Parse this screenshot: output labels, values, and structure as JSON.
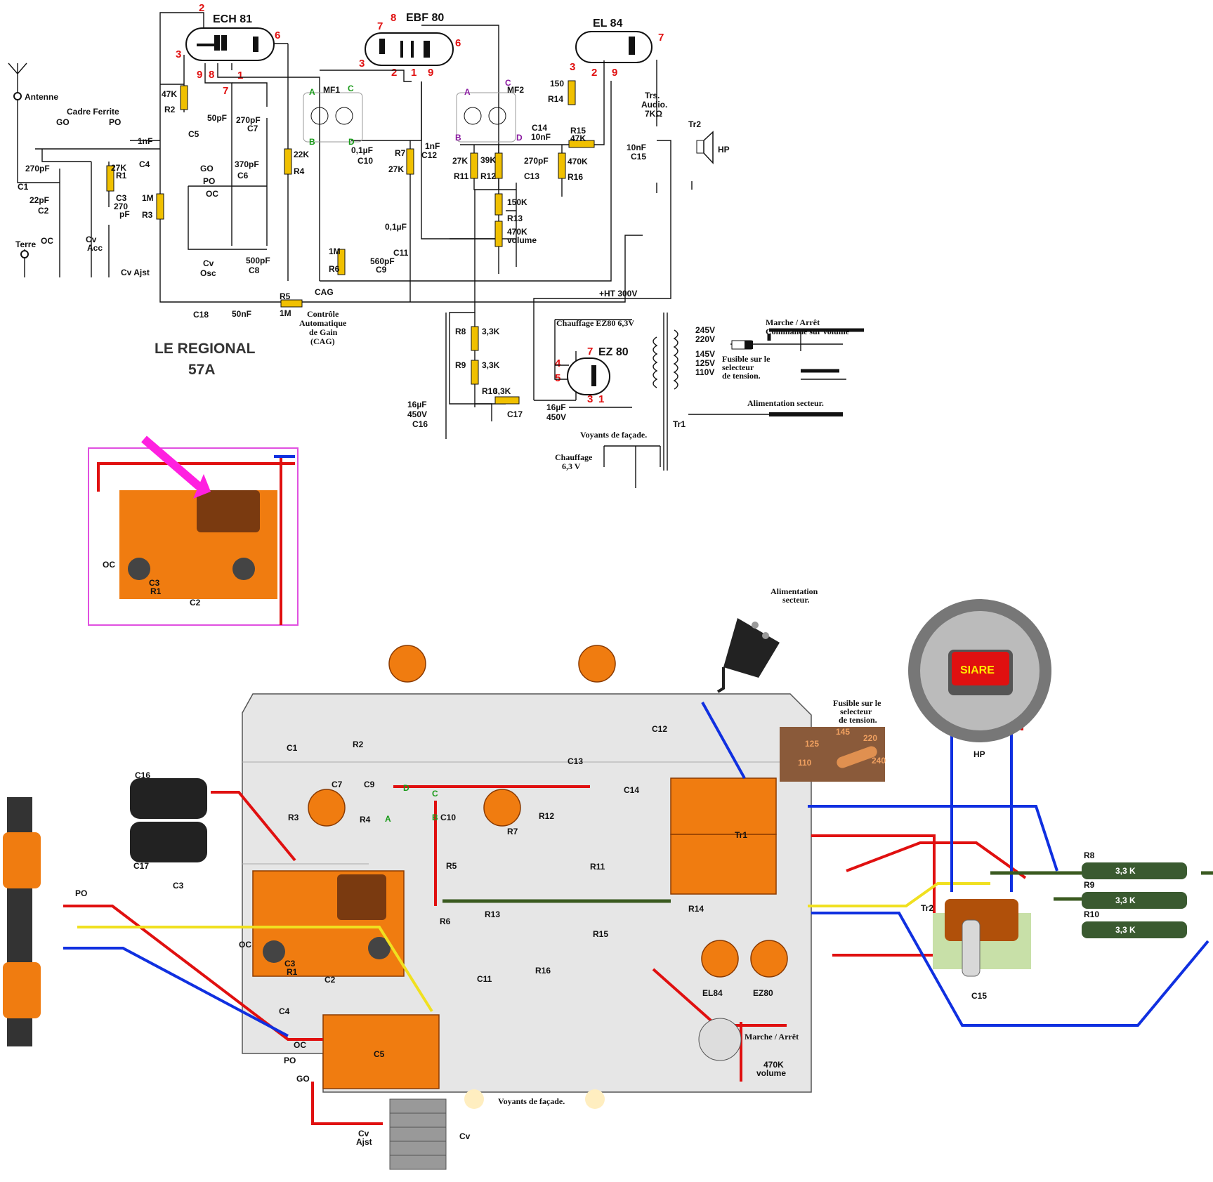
{
  "title": {
    "line1": "LE REGIONAL",
    "line2": "57A"
  },
  "tubes": {
    "ech81": "ECH 81",
    "ebf80": "EBF 80",
    "el84": "EL 84",
    "ez80": "EZ 80"
  },
  "pins": [
    "2",
    "3",
    "6",
    "9",
    "8",
    "1",
    "7",
    "8",
    "7",
    "3",
    "2",
    "1",
    "9",
    "6",
    "3",
    "2",
    "9",
    "7",
    "7",
    "4",
    "5",
    "3",
    "1"
  ],
  "schematic": {
    "antenne": "Antenne",
    "cadre": "Cadre Ferrite",
    "go": "GO",
    "po": "PO",
    "oc": "OC",
    "terre": "Terre",
    "c1_val": "270pF",
    "c1": "C1",
    "c2_val": "22pF",
    "c2": "C2",
    "r1_val": "27K",
    "r1": "R1",
    "c3": "C3",
    "c3_val1": "270",
    "c3_val2": "pF",
    "cv_acc1": "Cv",
    "cv_acc2": "Acc",
    "cv_ajst": "Cv Ajst",
    "c4_val": "1nF",
    "c4": "C4",
    "r3_val": "1M",
    "r3": "R3",
    "r2_val": "47K",
    "r2": "R2",
    "c5_val": "50pF",
    "c5": "C5",
    "c7_val": "270pF",
    "c7": "C7",
    "c6_val": "370pF",
    "c6": "C6",
    "cv_osc1": "Cv",
    "cv_osc2": "Osc",
    "c8_val": "500pF",
    "c8": "C8",
    "r4_val": "22K",
    "r4": "R4",
    "mf1": "MF1",
    "mf2": "MF2",
    "a": "A",
    "b": "B",
    "c": "C",
    "d": "D",
    "c10_val": "0,1µF",
    "c10": "C10",
    "r7": "R7",
    "r7_val": "27K",
    "c12_val": "1nF",
    "c12": "C12",
    "r11_val": "27K",
    "r11": "R11",
    "r12_val": "39K",
    "r12": "R12",
    "c13_val": "270pF",
    "c13": "C13",
    "c14": "C14",
    "c14_val": "10nF",
    "r15": "R15",
    "r15_val": "47K",
    "r16_val": "470K",
    "r16": "R16",
    "r14_val": "150",
    "r14": "R14",
    "trs1": "Trs.",
    "trs2": "Audio.",
    "trs3": "7KΩ",
    "tr2": "Tr2",
    "hp": "HP",
    "c15_val": "10nF",
    "c15": "C15",
    "r13_val": "150K",
    "r13": "R13",
    "vol_val": "470K",
    "vol": "volume",
    "c11_val": "0,1µF",
    "c11": "C11",
    "r6_val": "1M",
    "r6": "R6",
    "c9_val": "560pF",
    "c9": "C9",
    "cag": "CAG",
    "r5": "R5",
    "r5_val": "1M",
    "c18": "C18",
    "c18_val": "50nF",
    "cag1": "Contrôle",
    "cag2": "Automatique",
    "cag3": "de Gain",
    "cag4": "(CAG)",
    "ht": "+HT 300V",
    "r8": "R8",
    "r8_val": "3,3K",
    "r9": "R9",
    "r9_val": "3,3K",
    "r10": "R10",
    "r10_val": "3,3K",
    "c16_v1": "16µF",
    "c16_v2": "450V",
    "c16": "C16",
    "c17": "C17",
    "c17_v1": "16µF",
    "c17_v2": "450V",
    "chauffage_ez": "Chauffage EZ80 6,3V",
    "v245": "245V",
    "v220": "220V",
    "v145": "145V",
    "v125": "125V",
    "v110": "110V",
    "fusible1": "Fusible sur le",
    "fusible2": "selecteur",
    "fusible3": "de tension.",
    "marche1": "Marche / Arrêt",
    "marche2": "Commande sur volume",
    "alim": "Alimentation secteur.",
    "tr1": "Tr1",
    "voyants": "Voyants de façade.",
    "chauffage1": "Chauffage",
    "chauffage2": "6,3 V"
  },
  "layout_labels": {
    "alim1": "Alimentation",
    "alim2": "secteur.",
    "fus1": "Fusible sur le",
    "fus2": "selecteur",
    "fus3": "de tension.",
    "v145": "145",
    "v125": "125",
    "v220": "220",
    "v110": "110",
    "v240": "240",
    "siare": "SIARE",
    "hp": "HP",
    "c1": "C1",
    "r2": "R2",
    "c12": "C12",
    "c13": "C13",
    "c16": "C16",
    "c17": "C17",
    "c3a": "C3",
    "r3": "R3",
    "c7": "C7",
    "c9": "C9",
    "r4": "R4",
    "a": "A",
    "b": "B",
    "c": "C",
    "d": "D",
    "bc10": "C10",
    "r12": "R12",
    "c14": "C14",
    "r7": "R7",
    "r5": "R5",
    "r11": "R11",
    "tr1": "Tr1",
    "r14": "R14",
    "r13": "R13",
    "r6": "R6",
    "po": "PO",
    "oc": "OC",
    "c3": "C3",
    "r1": "R1",
    "c2": "C2",
    "c11": "C11",
    "r16": "R16",
    "r15": "R15",
    "el84": "EL84",
    "ez80": "EZ80",
    "c4": "C4",
    "c5": "C5",
    "go": "GO",
    "marche": "Marche / Arrêt",
    "vol_val": "470K",
    "vol": "volume",
    "voyants": "Voyants de façade.",
    "cv_ajst1": "Cv",
    "cv_ajst2": "Ajst",
    "cv": "Cv",
    "r8": "R8",
    "r9": "R9",
    "r10": "R10",
    "r_val": "3,3 K",
    "tr2": "Tr2",
    "c15": "C15"
  },
  "colors": {
    "wire_red": "#e01010",
    "wire_blue": "#1030e0",
    "wire_yellow": "#f0e020",
    "board": "#f07c10",
    "arrow": "#ff20e0"
  }
}
